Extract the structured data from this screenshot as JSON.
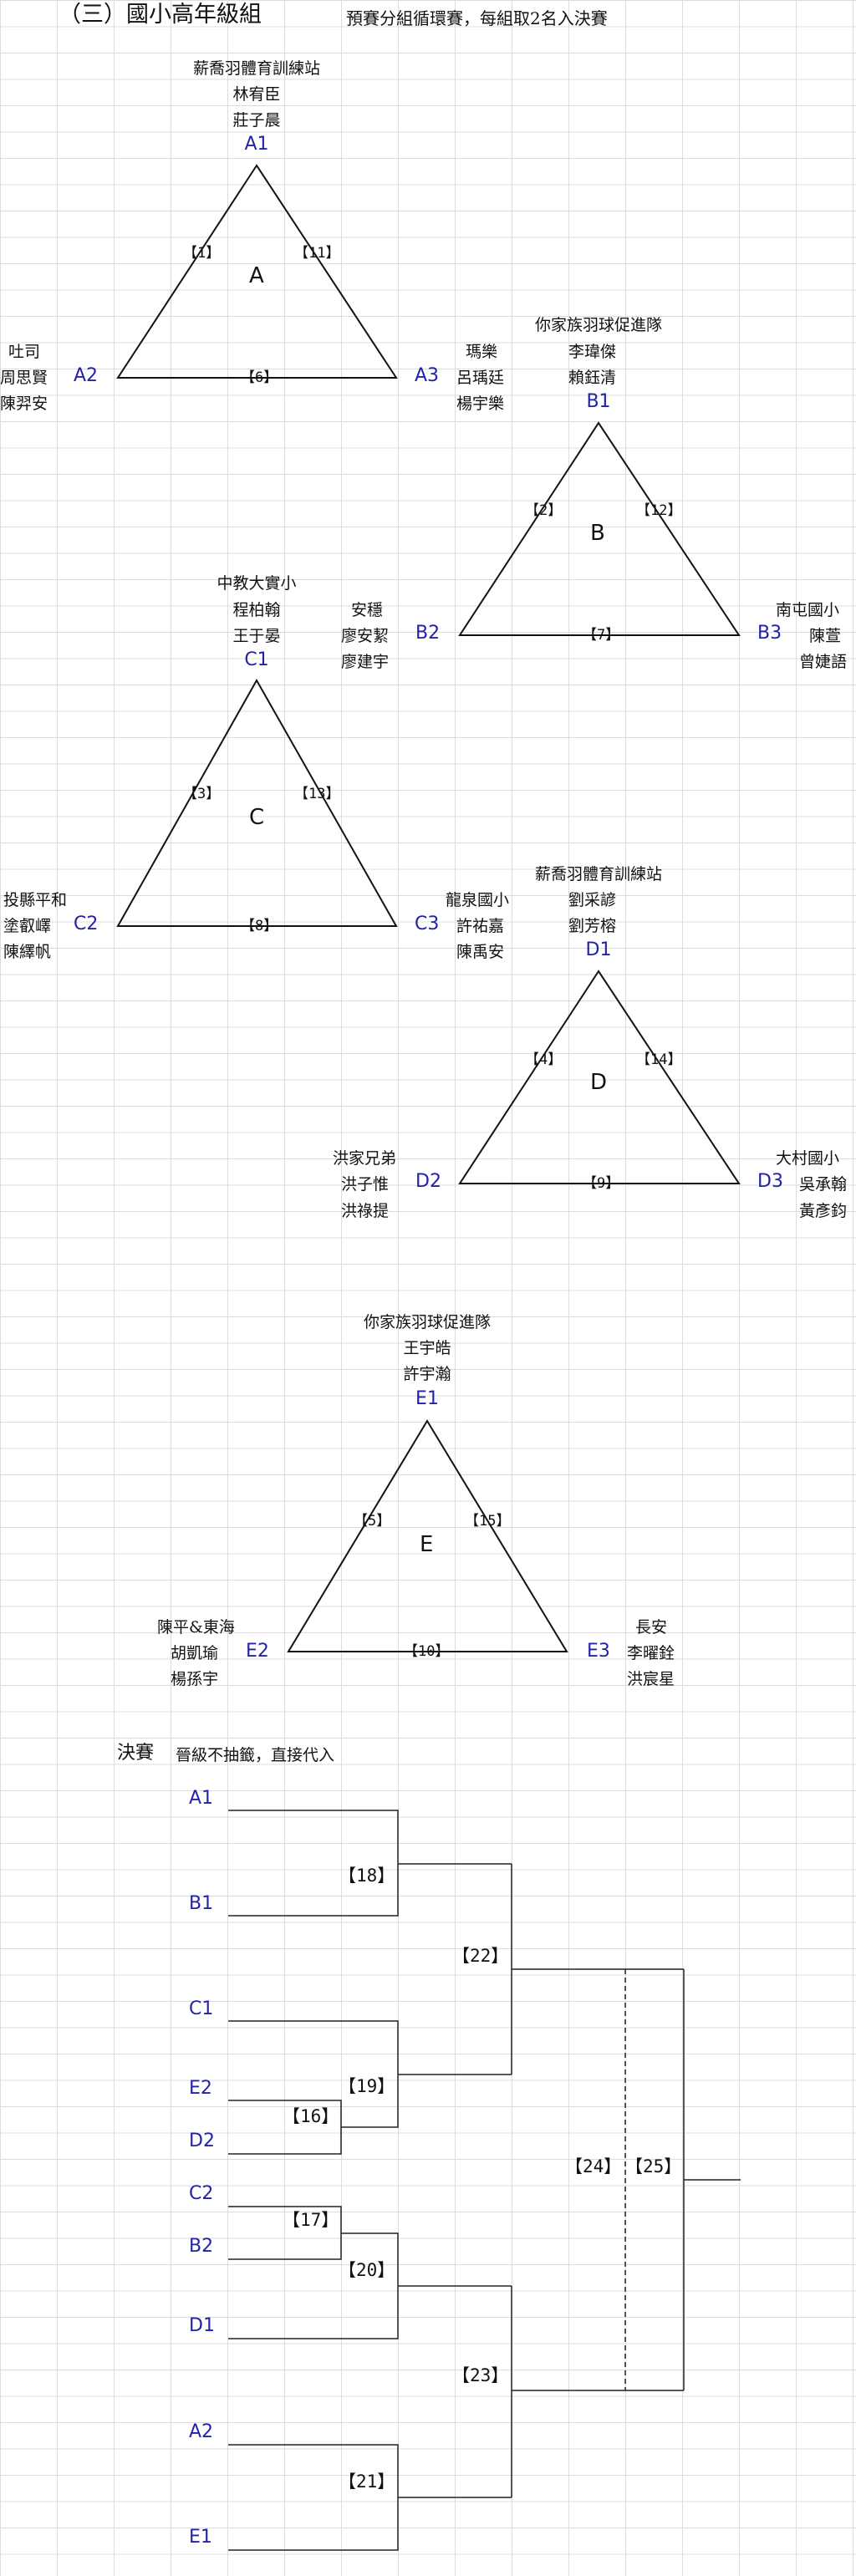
{
  "header": {
    "title": "（三）國小高年級組",
    "subtitle": "預賽分組循環賽，每組取2名入決賽"
  },
  "groups": {
    "A": {
      "name": "A",
      "p1": {
        "code": "A1",
        "line1": "薪喬羽體育訓練站",
        "line2": "林宥臣",
        "line3": "莊子晨"
      },
      "p2": {
        "code": "A2",
        "line1": "吐司",
        "line2": "周思賢",
        "line3": "陳羿安"
      },
      "p3": {
        "code": "A3",
        "line1": "",
        "line2": "",
        "line3": ""
      },
      "matches": {
        "left": "【1】",
        "right": "【11】",
        "bottom": "【6】"
      }
    },
    "B": {
      "name": "B",
      "p1": {
        "code": "B1",
        "line1": "你家族羽球促進隊",
        "line2": "李瑋傑",
        "line3": "賴鈺清"
      },
      "p2": {
        "code": "B2",
        "line1": "安穩",
        "line2": "廖安絜",
        "line3": "廖建宇"
      },
      "p3": {
        "code": "B3",
        "line1": "南屯國小",
        "line2": "陳萱",
        "line3": "曾婕語"
      },
      "extra_p3": {
        "line1": "瑪樂",
        "line2": "呂瑀廷",
        "line3": "楊宇樂"
      },
      "matches": {
        "left": "【2】",
        "right": "【12】",
        "bottom": "【7】"
      }
    },
    "C": {
      "name": "C",
      "p1": {
        "code": "C1",
        "line1": "中教大實小",
        "line2": "程柏翰",
        "line3": "王于晏"
      },
      "p2": {
        "code": "C2",
        "line1": "投縣平和",
        "line2": "塗叡嶧",
        "line3": "陳繹帆"
      },
      "p3": {
        "code": "C3",
        "line1": "龍泉國小",
        "line2": "許祐嘉",
        "line3": "陳禹安"
      },
      "matches": {
        "left": "【3】",
        "right": "【13】",
        "bottom": "【8】"
      }
    },
    "D": {
      "name": "D",
      "p1": {
        "code": "D1",
        "line1": "薪喬羽體育訓練站",
        "line2": "劉采諺",
        "line3": "劉芳榕"
      },
      "p2": {
        "code": "D2",
        "line1": "洪家兄弟",
        "line2": "洪子惟",
        "line3": "洪祿提"
      },
      "p3": {
        "code": "D3",
        "line1": "大村國小",
        "line2": "吳承翰",
        "line3": "黃彥鈞"
      },
      "matches": {
        "left": "【4】",
        "right": "【14】",
        "bottom": "【9】"
      }
    },
    "E": {
      "name": "E",
      "p1": {
        "code": "E1",
        "line1": "你家族羽球促進隊",
        "line2": "王宇皓",
        "line3": "許宇瀚"
      },
      "p2": {
        "code": "E2",
        "line1": "陳平&東海",
        "line2": "胡凱瑜",
        "line3": "楊孫宇"
      },
      "p3": {
        "code": "E3",
        "line1": "長安",
        "line2": "李曜銓",
        "line3": "洪宸星"
      },
      "matches": {
        "left": "【5】",
        "right": "【15】",
        "bottom": "【10】"
      }
    }
  },
  "finals": {
    "title": "決賽",
    "note": "晉級不抽籤，直接代入",
    "entries": [
      "A1",
      "B1",
      "C1",
      "E2",
      "D2",
      "C2",
      "B2",
      "D1",
      "A2",
      "E1"
    ],
    "matches": {
      "m16": "【16】",
      "m17": "【17】",
      "m18": "【18】",
      "m19": "【19】",
      "m20": "【20】",
      "m21": "【21】",
      "m22": "【22】",
      "m23": "【23】",
      "m24": "【24】",
      "m25": "【25】"
    }
  },
  "colors": {
    "code_blue": "#2222aa",
    "grid": "#dcdcdc",
    "line": "#111111"
  }
}
